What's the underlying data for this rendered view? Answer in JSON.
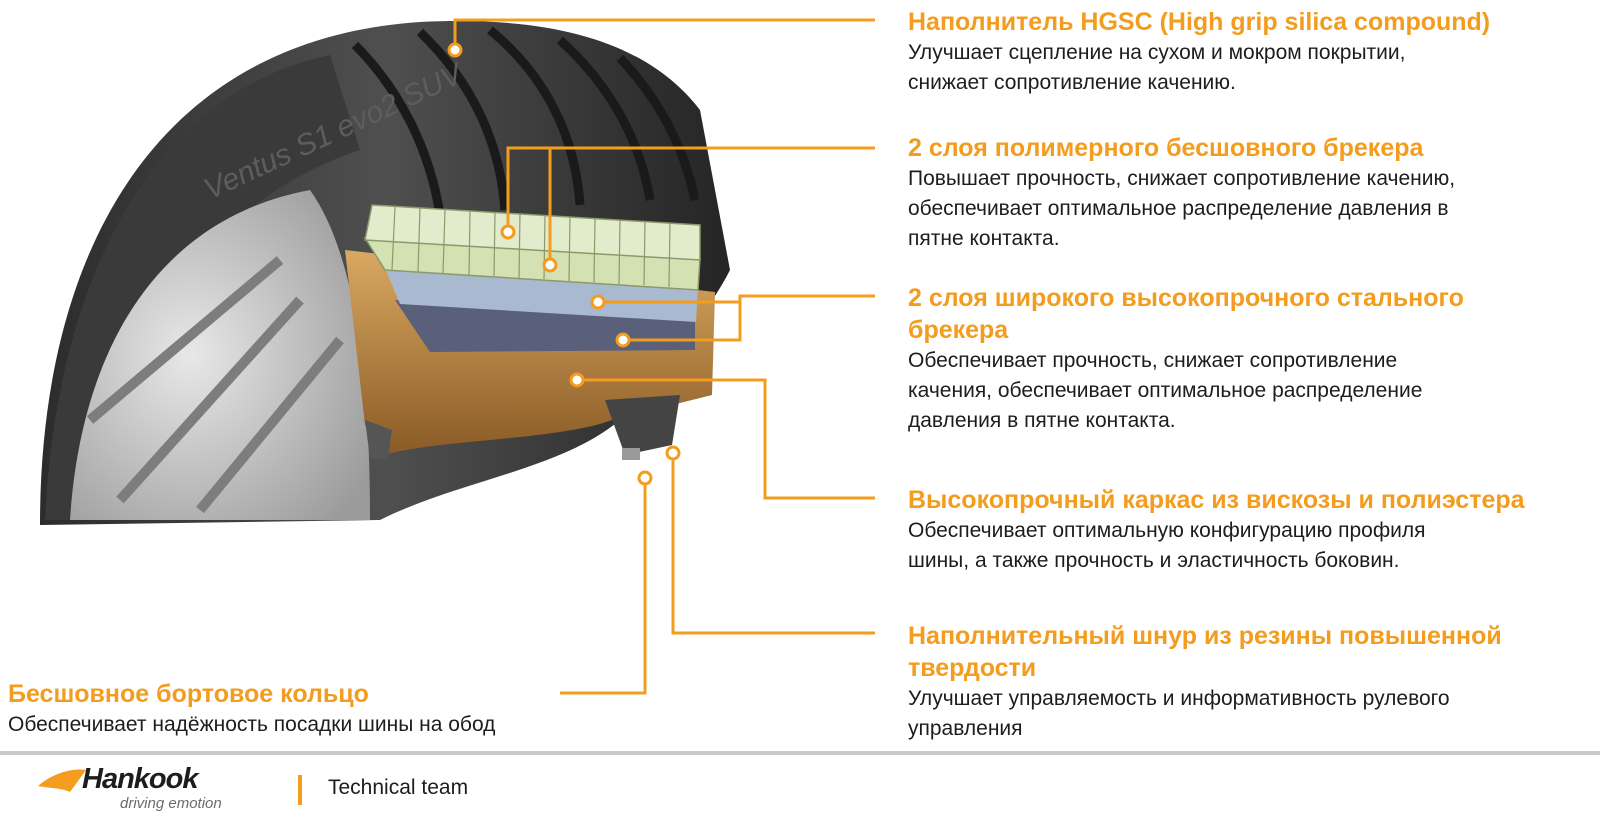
{
  "labels": [
    {
      "title": "Наполнитель HGSC (High grip silica compound)",
      "lines": [
        "Улучшает сцепление на сухом и мокром покрытии,",
        "снижает сопротивление качению."
      ]
    },
    {
      "title": "2 слоя полимерного бесшовного брекера",
      "lines": [
        "Повышает прочность, снижает сопротивление качению,",
        "обеспечивает оптимальное распределение давления в",
        "пятне контакта."
      ]
    },
    {
      "title": "2 слоя широкого высокопрочного стального",
      "title2": "брекера",
      "lines": [
        "Обеспечивает прочность, снижает сопротивление",
        "качения, обеспечивает оптимальное распределение",
        "давления в пятне контакта."
      ]
    },
    {
      "title": "Высокопрочный каркас из вискозы и полиэстера",
      "lines": [
        "Обеспечивает оптимальную конфигурацию профиля",
        "шины, а также прочность и эластичность боковин."
      ]
    },
    {
      "title": "Наполнительный шнур из резины повышенной",
      "title2": "твердости",
      "lines": [
        "Улучшает управляемость и информативность рулевого",
        "управления"
      ]
    },
    {
      "title": "Бесшовное бортовое кольцо",
      "lines": [
        "Обеспечивает надёжность посадки шины на обод"
      ]
    }
  ],
  "footer": {
    "brand": "Hankook",
    "tagline": "driving emotion",
    "team": "Technical team"
  },
  "colors": {
    "accent": "#f39c1e",
    "text": "#1d1d1b",
    "rule": "#c9c9c9"
  }
}
